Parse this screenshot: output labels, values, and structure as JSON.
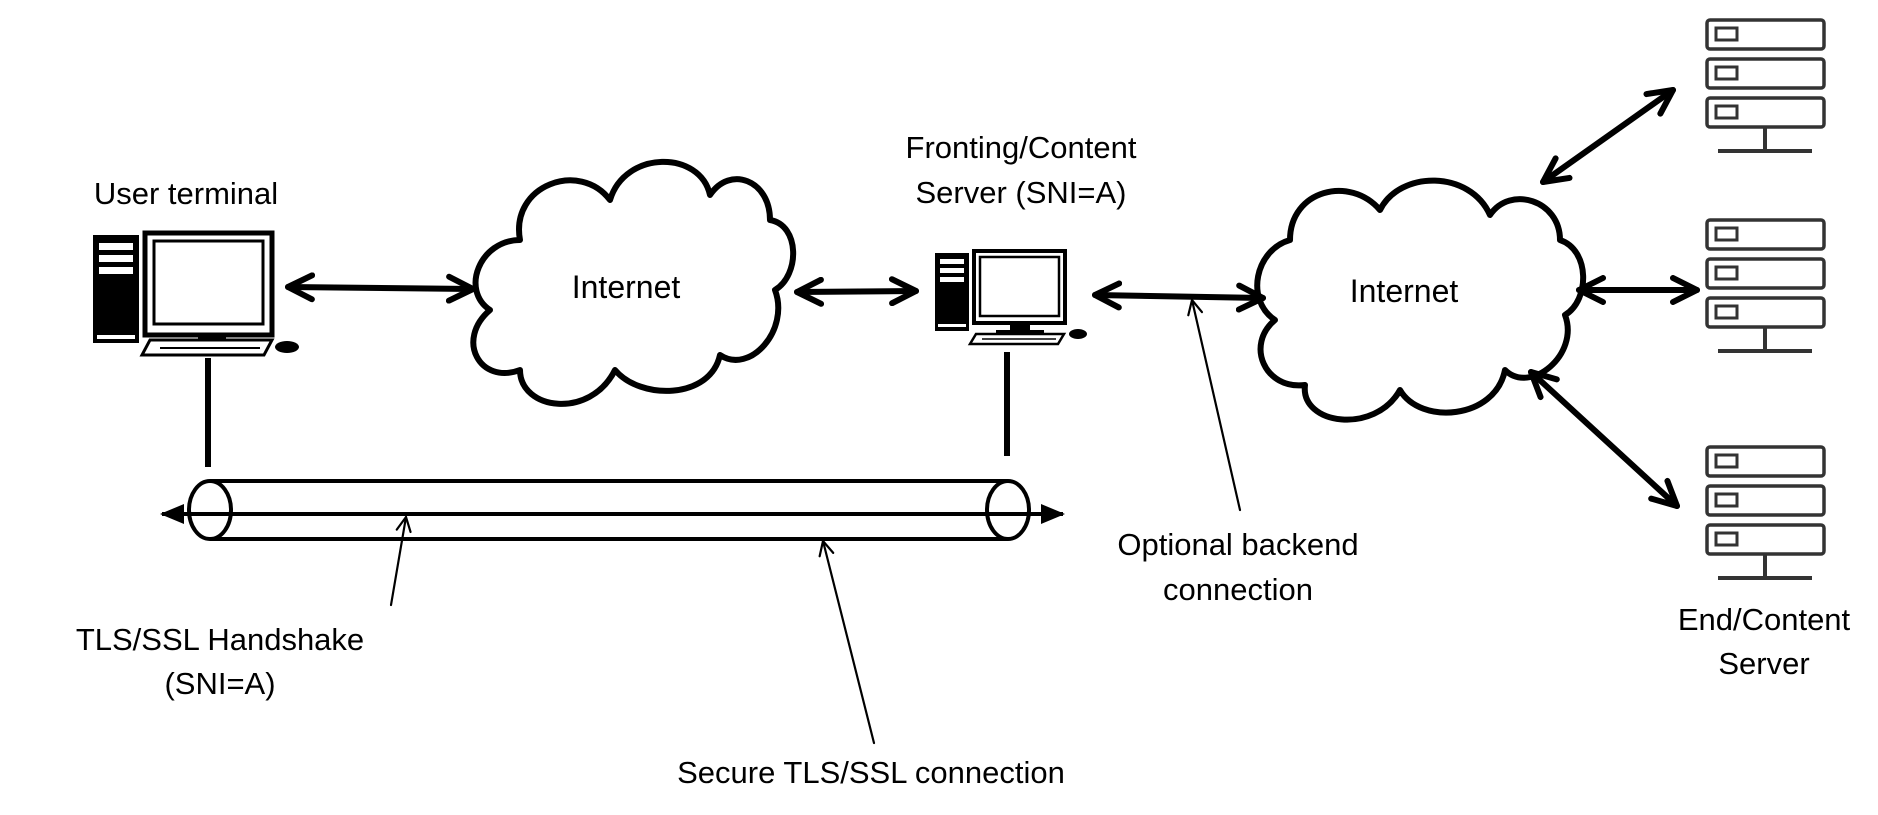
{
  "labels": {
    "user_terminal": "User terminal",
    "fronting_line1": "Fronting/Content",
    "fronting_line2": "Server (SNI=A)",
    "internet_left": "Internet",
    "internet_right": "Internet",
    "handshake_line1": "TLS/SSL Handshake",
    "handshake_line2": "(SNI=A)",
    "secure_connection": "Secure TLS/SSL connection",
    "backend_line1": "Optional backend",
    "backend_line2": "connection",
    "end_server_line1": "End/Content",
    "end_server_line2": "Server"
  },
  "colors": {
    "stroke": "#000000",
    "background": "#ffffff",
    "server_rack": "#333333"
  }
}
